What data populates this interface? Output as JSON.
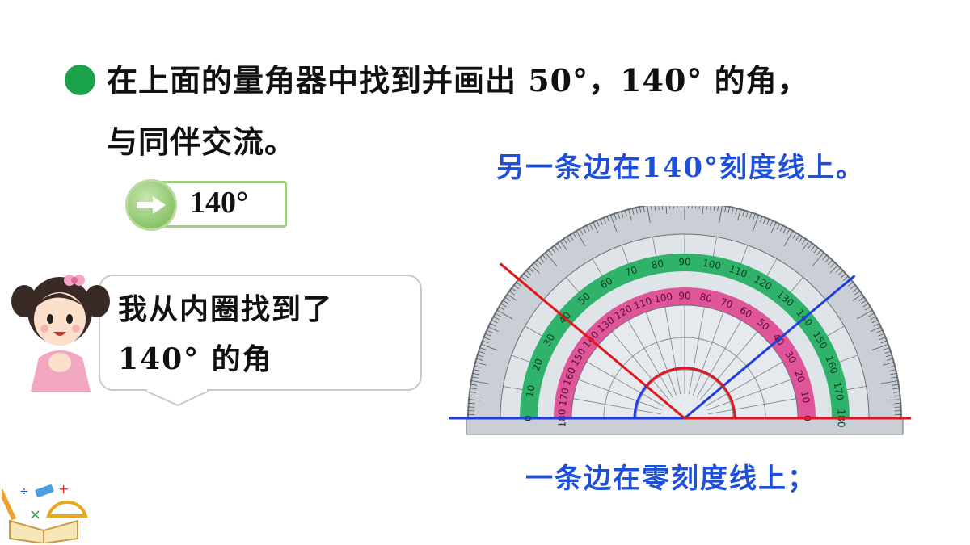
{
  "task": {
    "line1": "在上面的量角器中找到并画出 50°，140° 的角，",
    "line2": "与同伴交流。"
  },
  "step_label": "140°",
  "notes": {
    "top": "另一条边在140°刻度线上。",
    "bottom": "一条边在零刻度线上；"
  },
  "speech": {
    "line1": "我从内圈找到了",
    "line2": "140° 的角"
  },
  "protractor": {
    "outer_labels": [
      "0",
      "10",
      "20",
      "30",
      "40",
      "50",
      "60",
      "70",
      "80",
      "90",
      "100",
      "110",
      "120",
      "130",
      "140",
      "150",
      "160",
      "170",
      "180"
    ],
    "inner_labels": [
      "180",
      "170",
      "160",
      "150",
      "140",
      "130",
      "120",
      "110",
      "100",
      "90",
      "80",
      "70",
      "60",
      "50",
      "40",
      "30",
      "20",
      "10",
      "0"
    ]
  },
  "colors": {
    "bullet": "#1aa34a",
    "note": "#1d4fd8",
    "blue_ray": "#1f3fe0",
    "red_ray": "#e01818",
    "green_band": "#2fb36b",
    "pink_band": "#e0559a"
  }
}
